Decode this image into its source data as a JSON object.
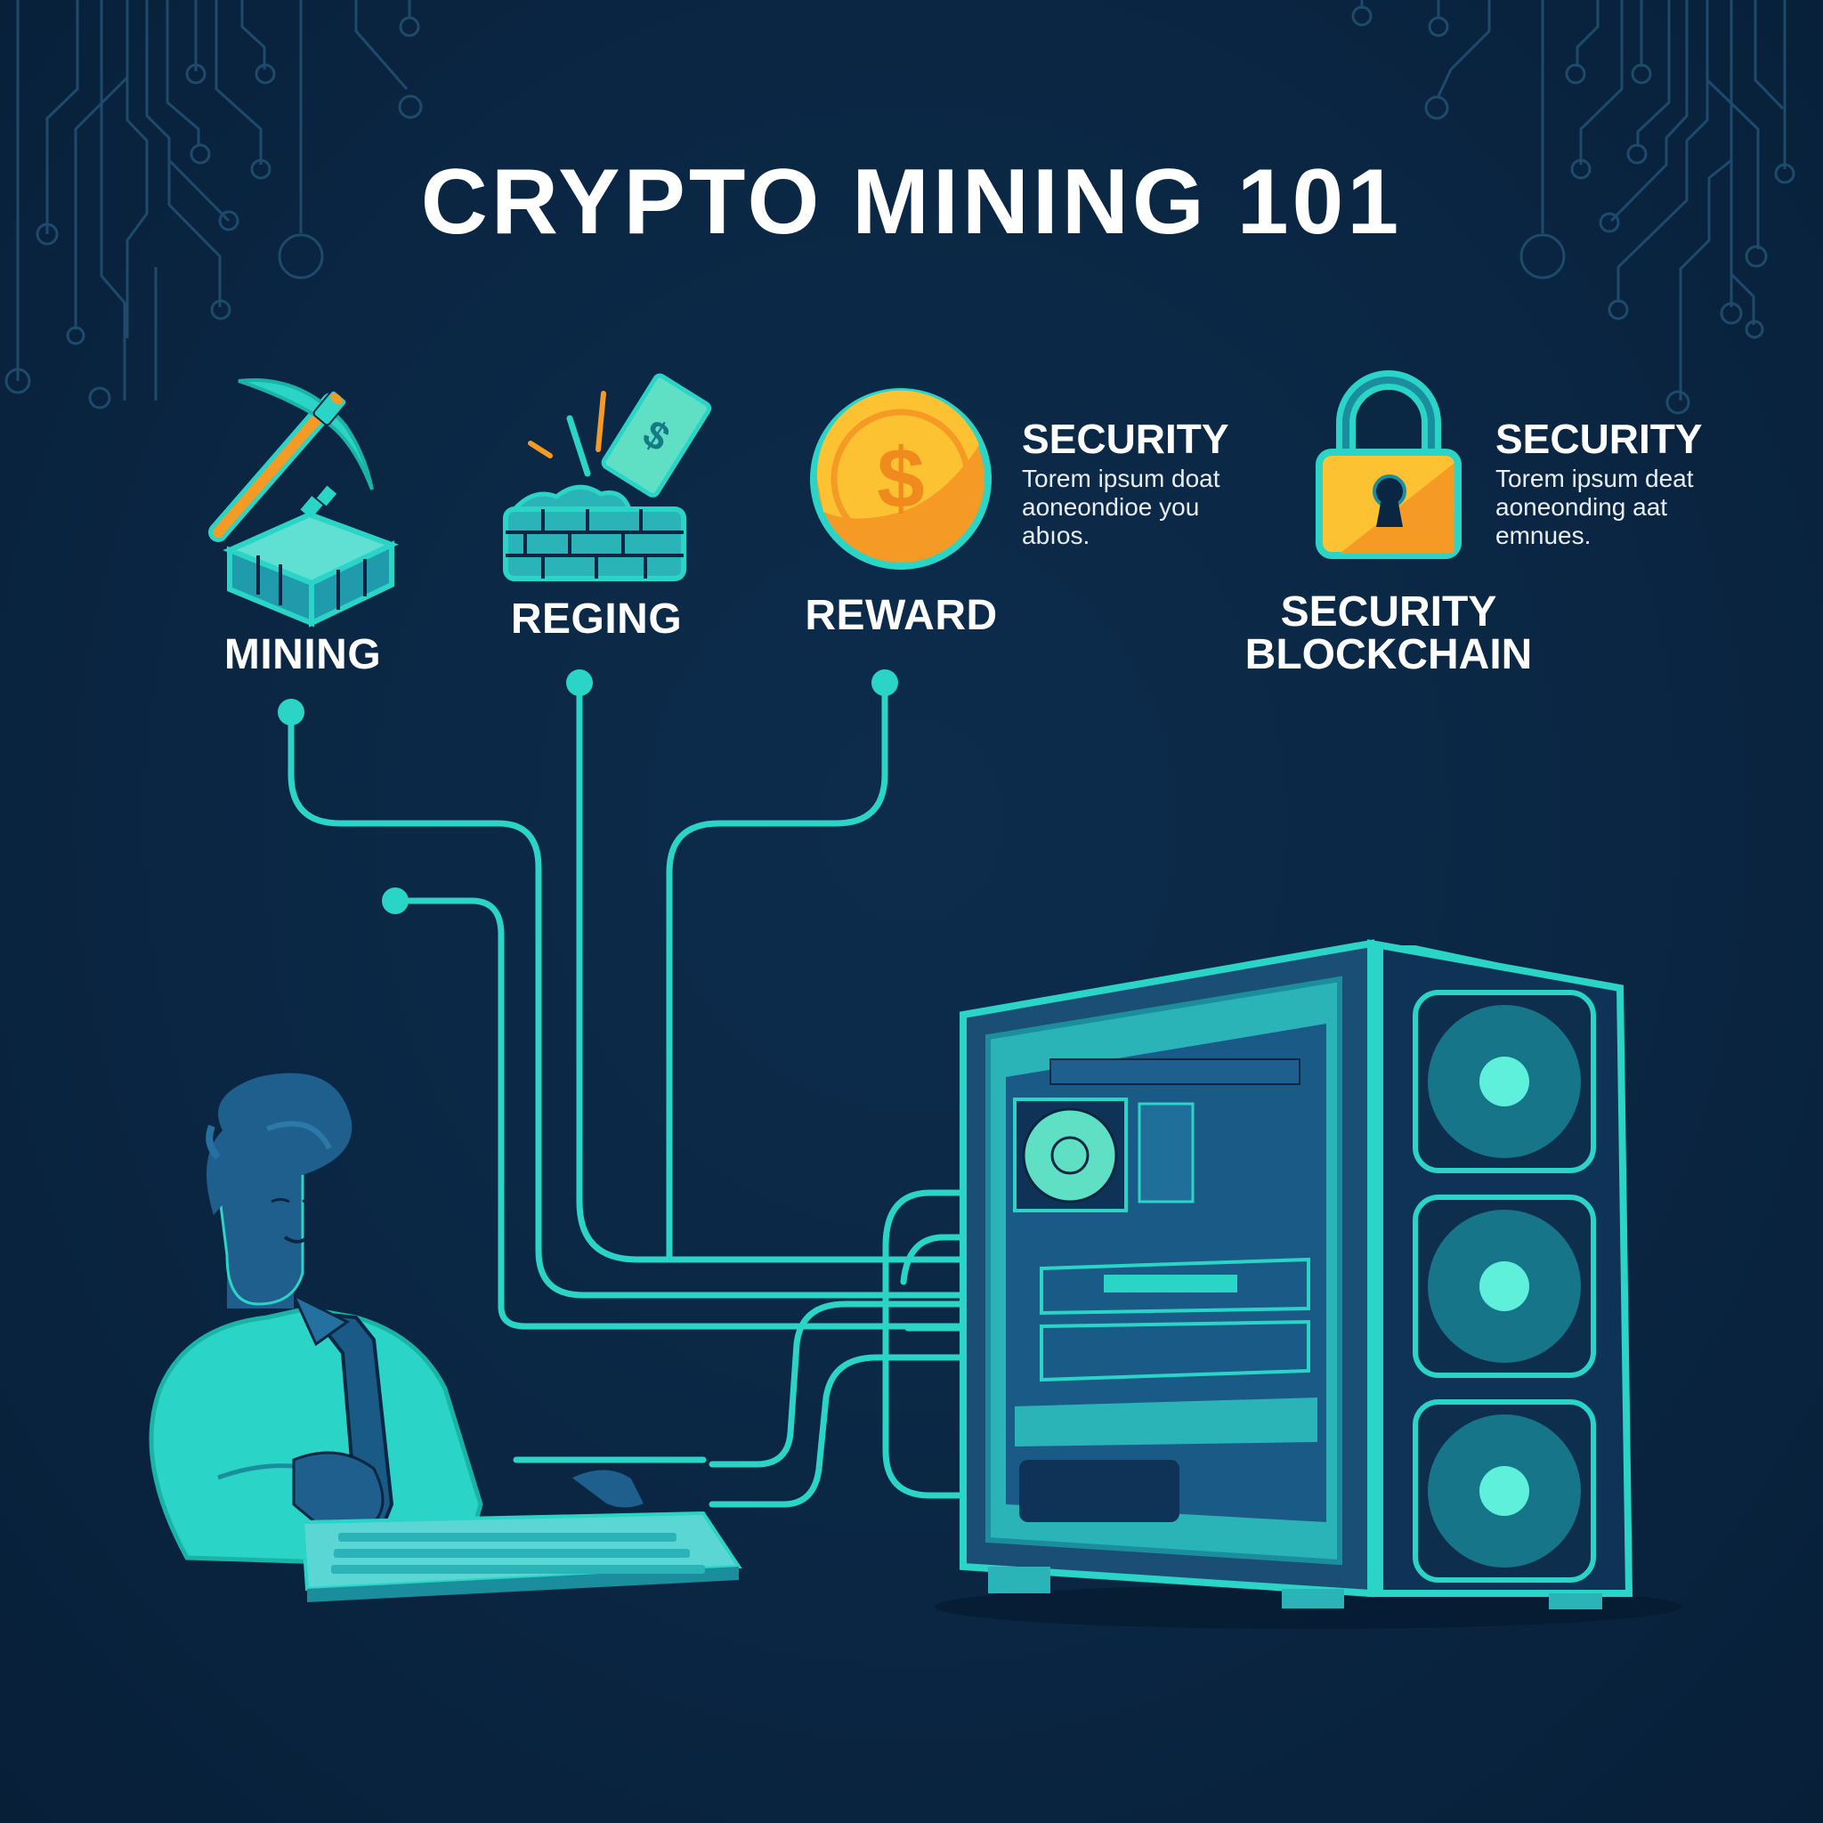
{
  "title": "CRYPTO MINING 101",
  "colors": {
    "background": "#0a2643",
    "accent_teal": "#2ad4c6",
    "circuit_trace": "#1e4a6b",
    "gold": "#fcc232",
    "orange": "#f59a24",
    "text": "#ffffff"
  },
  "steps": [
    {
      "label": "MINING",
      "icon": "pickaxe-icon"
    },
    {
      "label": "REGING",
      "icon": "brick-block-money-icon"
    },
    {
      "label": "REWARD",
      "icon": "dollar-coin-icon"
    }
  ],
  "info_blocks": [
    {
      "title": "SECURITY",
      "body": [
        "Torem ipsum doat",
        "aoneondioe you",
        "abıos."
      ]
    },
    {
      "title": "SECURITY",
      "body": [
        "Torem ipsum deat",
        "aoneonding aat",
        "emnues."
      ]
    }
  ],
  "lock_caption": [
    "SECURITY",
    "BLOCKCHAIN"
  ],
  "illustration": {
    "person": "person-at-keyboard",
    "machine": "mining-rig-pc-case",
    "case_front_fans": 3
  }
}
